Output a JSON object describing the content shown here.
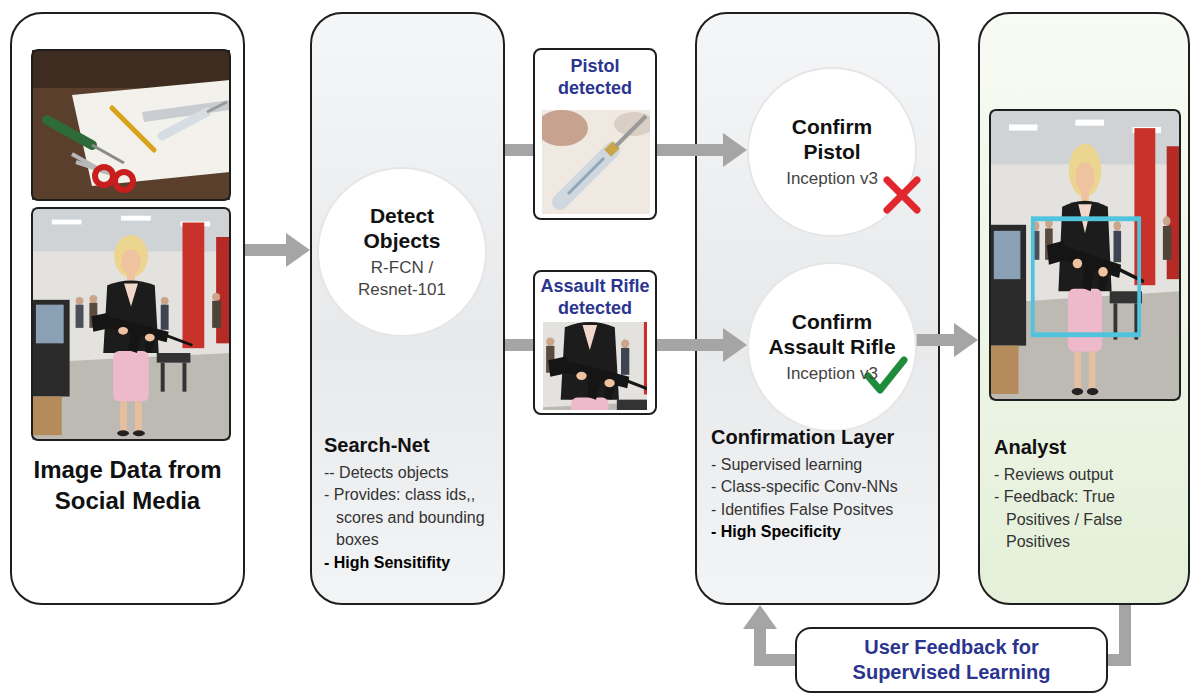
{
  "diagram": {
    "nodes": [
      {
        "text": [
          "Image Data from Social Media"
        ]
      },
      {
        "text": [
          "Search-Net",
          "-- Detects objects",
          "- Provides: class ids,, scores and bounding boxes",
          "- High Sensitifity"
        ]
      },
      {
        "text": [
          "Detect Objects",
          "R-FCN / Resnet-101"
        ],
        "in": 1
      },
      {
        "text": [
          "Pistol detected"
        ]
      },
      {
        "text": [
          "Assault Rifle detected"
        ]
      },
      {
        "text": [
          "Confirmation Layer",
          "- Supervised learning",
          "- Class-specific Conv-NNs",
          "- Identifies False Positves",
          "- High Specificity"
        ]
      },
      {
        "text": [
          "Confirm Pistol",
          "Inception v3"
        ],
        "in": 5
      },
      {
        "text": [
          "Confirm Assault Rifle",
          "Inception v3"
        ],
        "in": 5
      },
      {
        "text": [
          "Analyst",
          "- Reviews output",
          "- Feedback: True Positives / False Positives"
        ]
      },
      {
        "text": [
          "User Feedback for Supervised Learning"
        ]
      }
    ],
    "edges": [
      {
        "from": 0,
        "to": 1,
        "arrow": "to"
      },
      {
        "from": 1,
        "to": 3,
        "arrow": "none"
      },
      {
        "from": 1,
        "to": 4,
        "arrow": "none"
      },
      {
        "from": 3,
        "to": 6,
        "arrow": "to"
      },
      {
        "from": 4,
        "to": 7,
        "arrow": "to"
      },
      {
        "from": 7,
        "to": 8,
        "arrow": "to"
      },
      {
        "from": 8,
        "to": 9,
        "arrow": "none"
      },
      {
        "from": 9,
        "to": 5,
        "arrow": "to"
      }
    ]
  }
}
